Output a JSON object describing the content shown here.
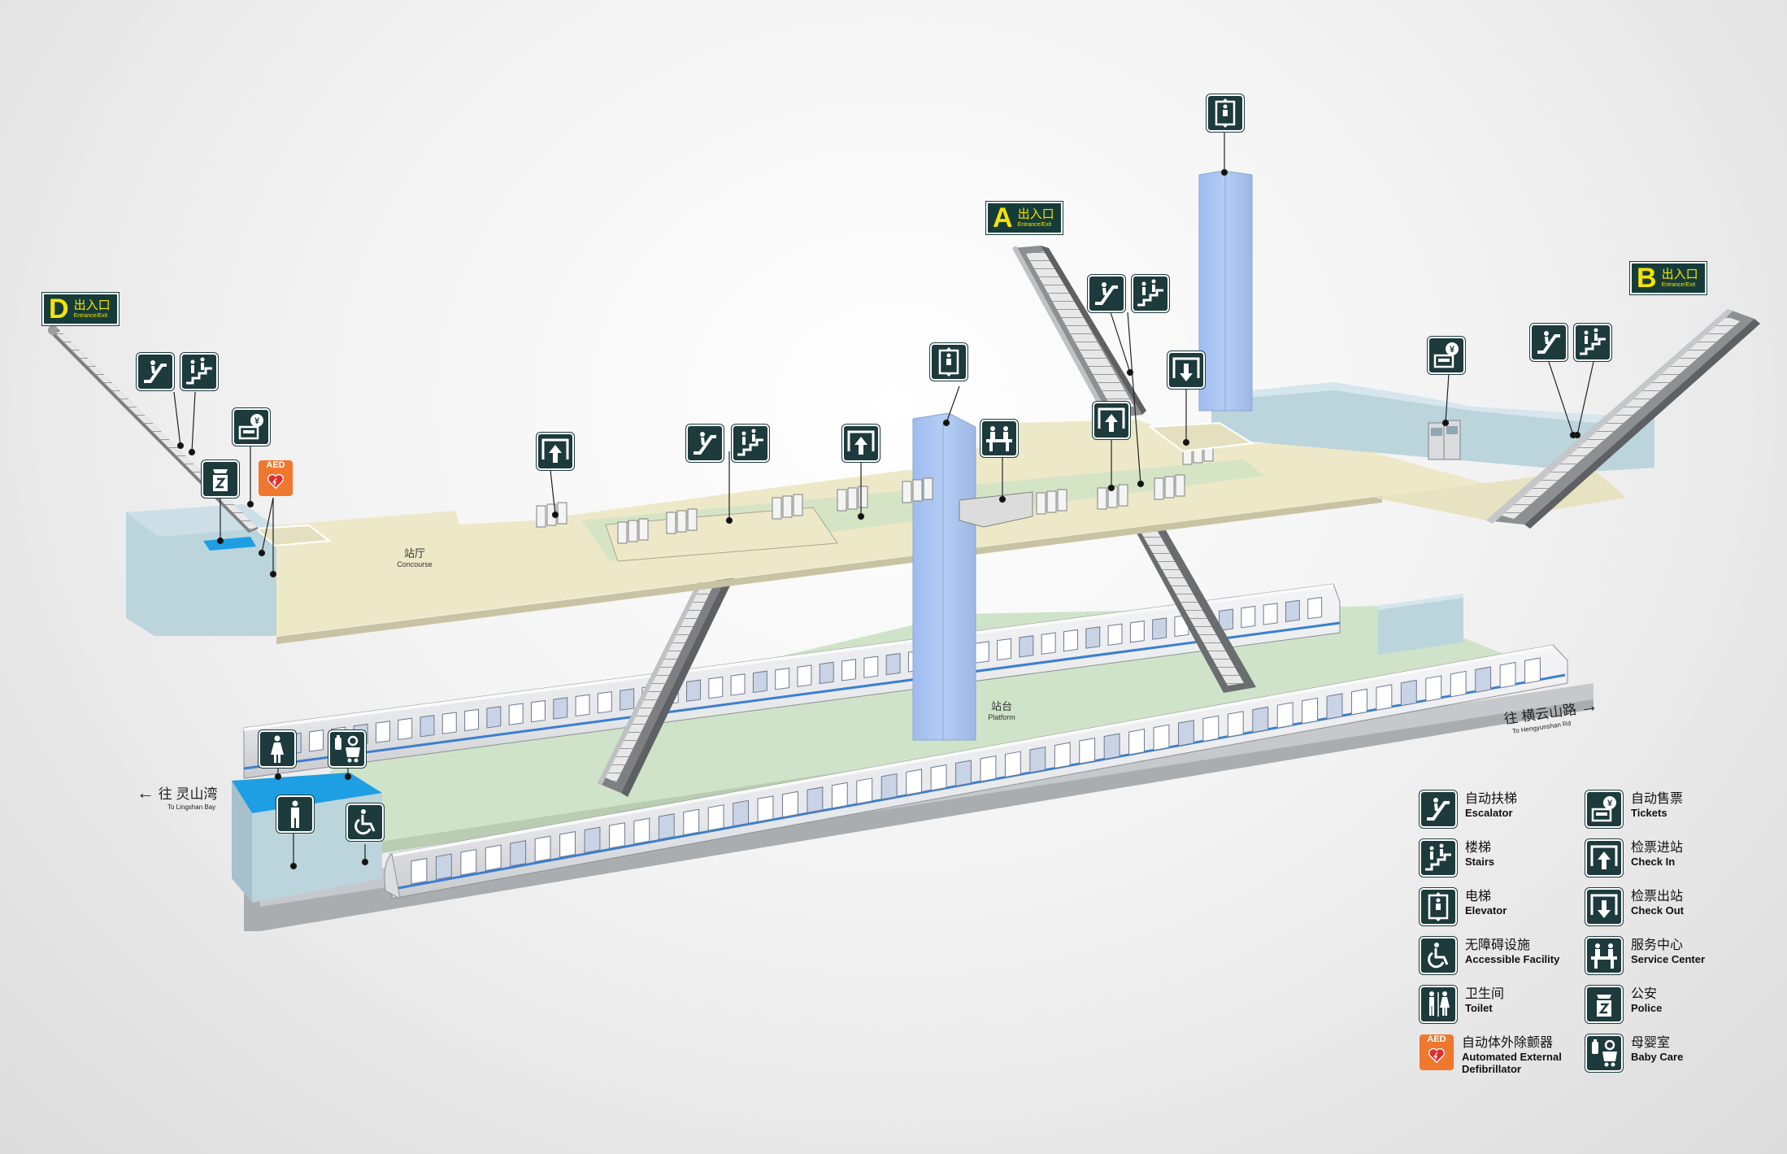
{
  "exits": [
    {
      "letter": "D",
      "cn": "出入口",
      "en": "Entrance/Exit"
    },
    {
      "letter": "A",
      "cn": "出入口",
      "en": "Entrance/Exit"
    },
    {
      "letter": "B",
      "cn": "出入口",
      "en": "Entrance/Exit"
    }
  ],
  "areas": {
    "concourse": {
      "cn": "站厅",
      "en": "Concourse"
    },
    "platform": {
      "cn": "站台",
      "en": "Platform"
    }
  },
  "directions": {
    "left": {
      "cn": "往 灵山湾",
      "en": "To Lingshan Bay",
      "arrow": "←"
    },
    "right": {
      "cn": "往 横云山路",
      "en": "To Hengyunshan Rd",
      "arrow": "→"
    }
  },
  "aed_badge": "AED",
  "legend": [
    {
      "icon": "escalator-icon",
      "cn": "自动扶梯",
      "en": "Escalator"
    },
    {
      "icon": "tickets-icon",
      "cn": "自动售票",
      "en": "Tickets"
    },
    {
      "icon": "stairs-icon",
      "cn": "楼梯",
      "en": "Stairs"
    },
    {
      "icon": "check-in-icon",
      "cn": "检票进站",
      "en": "Check In"
    },
    {
      "icon": "elevator-icon",
      "cn": "电梯",
      "en": "Elevator"
    },
    {
      "icon": "check-out-icon",
      "cn": "检票出站",
      "en": "Check Out"
    },
    {
      "icon": "accessible-icon",
      "cn": "无障碍设施",
      "en": "Accessible Facility"
    },
    {
      "icon": "service-center-icon",
      "cn": "服务中心",
      "en": "Service Center"
    },
    {
      "icon": "toilet-icon",
      "cn": "卫生间",
      "en": "Toilet"
    },
    {
      "icon": "police-icon",
      "cn": "公安",
      "en": "Police"
    },
    {
      "icon": "aed-icon",
      "cn": "自动体外除颤器",
      "en": "Automated External\nDefibrillator"
    },
    {
      "icon": "baby-care-icon",
      "cn": "母婴室",
      "en": "Baby Care"
    }
  ],
  "colors": {
    "concourse_floor": "#ede9c8",
    "platform_floor": "#cfe3c9",
    "elevator_shaft": "#a9c4f0",
    "service_block": "#bcd4dc",
    "toilet_blue": "#1e9ee3",
    "sign_bg": "#1d3a3c",
    "exit_yellow": "#f7e300",
    "aed_orange": "#f0772e"
  }
}
